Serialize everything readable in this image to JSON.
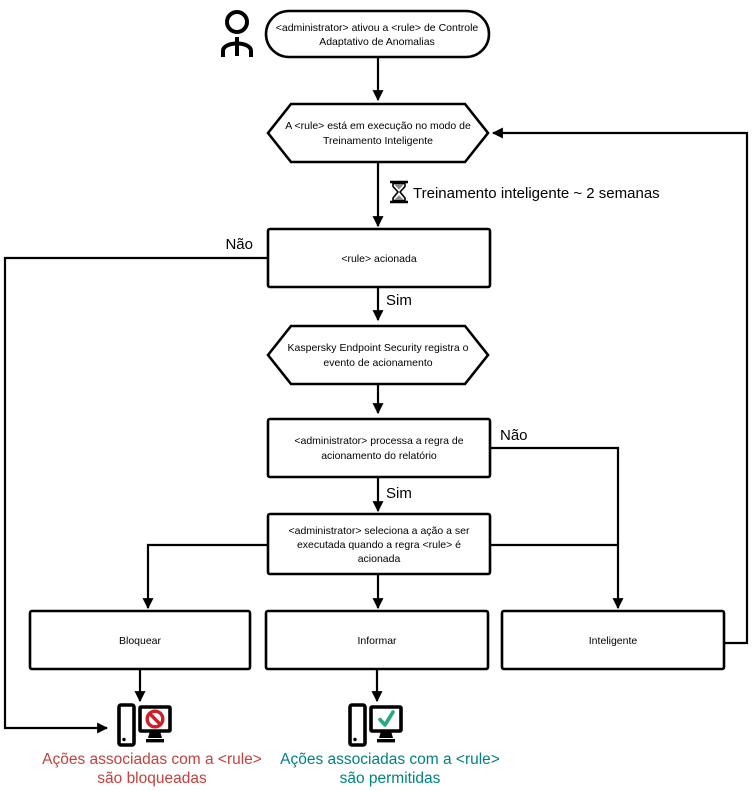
{
  "diagram": {
    "nodes": {
      "start": {
        "line1": "<administrator> ativou a <rule> de Controle",
        "line2": "Adaptativo de Anomalias"
      },
      "smart_training_mode": {
        "line1": "A <rule> está em execução no modo de",
        "line2": "Treinamento Inteligente"
      },
      "rule_triggered": {
        "label": "<rule> acionada"
      },
      "kes_registers_event": {
        "line1": "Kaspersky Endpoint Security registra o",
        "line2": "evento de acionamento"
      },
      "admin_processes_rule": {
        "line1": "<administrator> processa a regra de",
        "line2": "acionamento do relatório"
      },
      "admin_selects_action": {
        "line1": "<administrator> seleciona a ação a ser",
        "line2": "executada quando a regra <rule> é",
        "line3": "acionada"
      },
      "action_block": {
        "label": "Bloquear"
      },
      "action_inform": {
        "label": "Informar"
      },
      "action_smart": {
        "label": "Inteligente"
      }
    },
    "edge_labels": {
      "not_triggered": "Não",
      "triggered": "Sim",
      "not_processed": "Não",
      "processed": "Sim"
    },
    "annotations": {
      "training_duration": "Treinamento inteligente ~ 2 semanas"
    },
    "outcomes": {
      "blocked": {
        "line1": "Ações associadas com a <rule>",
        "line2": "são bloqueadas",
        "color": "#c5413d"
      },
      "allowed": {
        "line1": "Ações associadas com a <rule>",
        "line2": "são permitidas",
        "color": "#00837e"
      }
    },
    "icons": {
      "actor": "person-icon",
      "wait": "hourglass-icon",
      "blocked_pc": "computer-blocked-icon",
      "allowed_pc": "computer-allowed-icon"
    },
    "colors": {
      "stroke": "#000000",
      "background": "#ffffff",
      "blocked_sign": "#cc2026",
      "allowed_check": "#2aa87e"
    }
  }
}
